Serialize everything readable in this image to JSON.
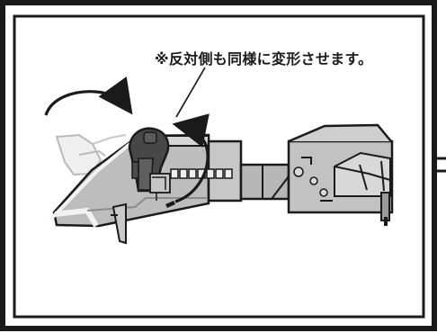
{
  "instruction": {
    "note": "※反対側も同様に変形させます。"
  },
  "palette": {
    "border": "#1a1a1a",
    "body_fill": "#bdbdbd",
    "body_light": "#e6e6e6",
    "body_dark": "#7a7a7a",
    "part_dark": "#3f3f3f",
    "ghost_fill": "#e9e9e9"
  },
  "icons": {
    "rotate_arrow_1": "curved-arrow",
    "rotate_arrow_2": "curved-arrow"
  }
}
